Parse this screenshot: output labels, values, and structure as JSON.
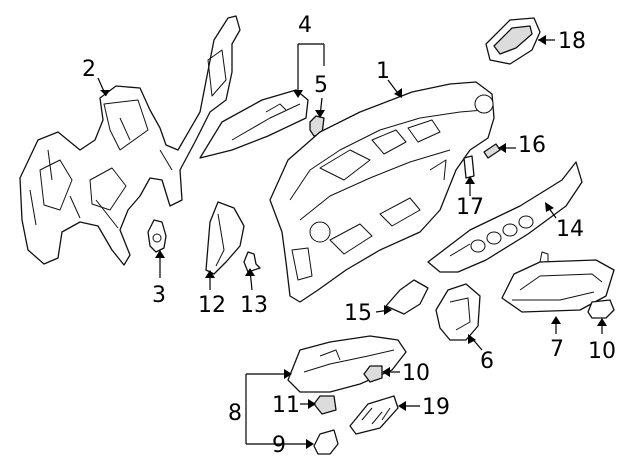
{
  "callouts": [
    {
      "id": "c1",
      "number": "1"
    },
    {
      "id": "c2",
      "number": "2"
    },
    {
      "id": "c3",
      "number": "3"
    },
    {
      "id": "c4",
      "number": "4"
    },
    {
      "id": "c5",
      "number": "5"
    },
    {
      "id": "c6",
      "number": "6"
    },
    {
      "id": "c7",
      "number": "7"
    },
    {
      "id": "c8",
      "number": "8"
    },
    {
      "id": "c9",
      "number": "9"
    },
    {
      "id": "c10a",
      "number": "10"
    },
    {
      "id": "c10b",
      "number": "10"
    },
    {
      "id": "c11",
      "number": "11"
    },
    {
      "id": "c12",
      "number": "12"
    },
    {
      "id": "c13",
      "number": "13"
    },
    {
      "id": "c14",
      "number": "14"
    },
    {
      "id": "c15",
      "number": "15"
    },
    {
      "id": "c16",
      "number": "16"
    },
    {
      "id": "c17",
      "number": "17"
    },
    {
      "id": "c18",
      "number": "18"
    },
    {
      "id": "c19",
      "number": "19"
    }
  ]
}
